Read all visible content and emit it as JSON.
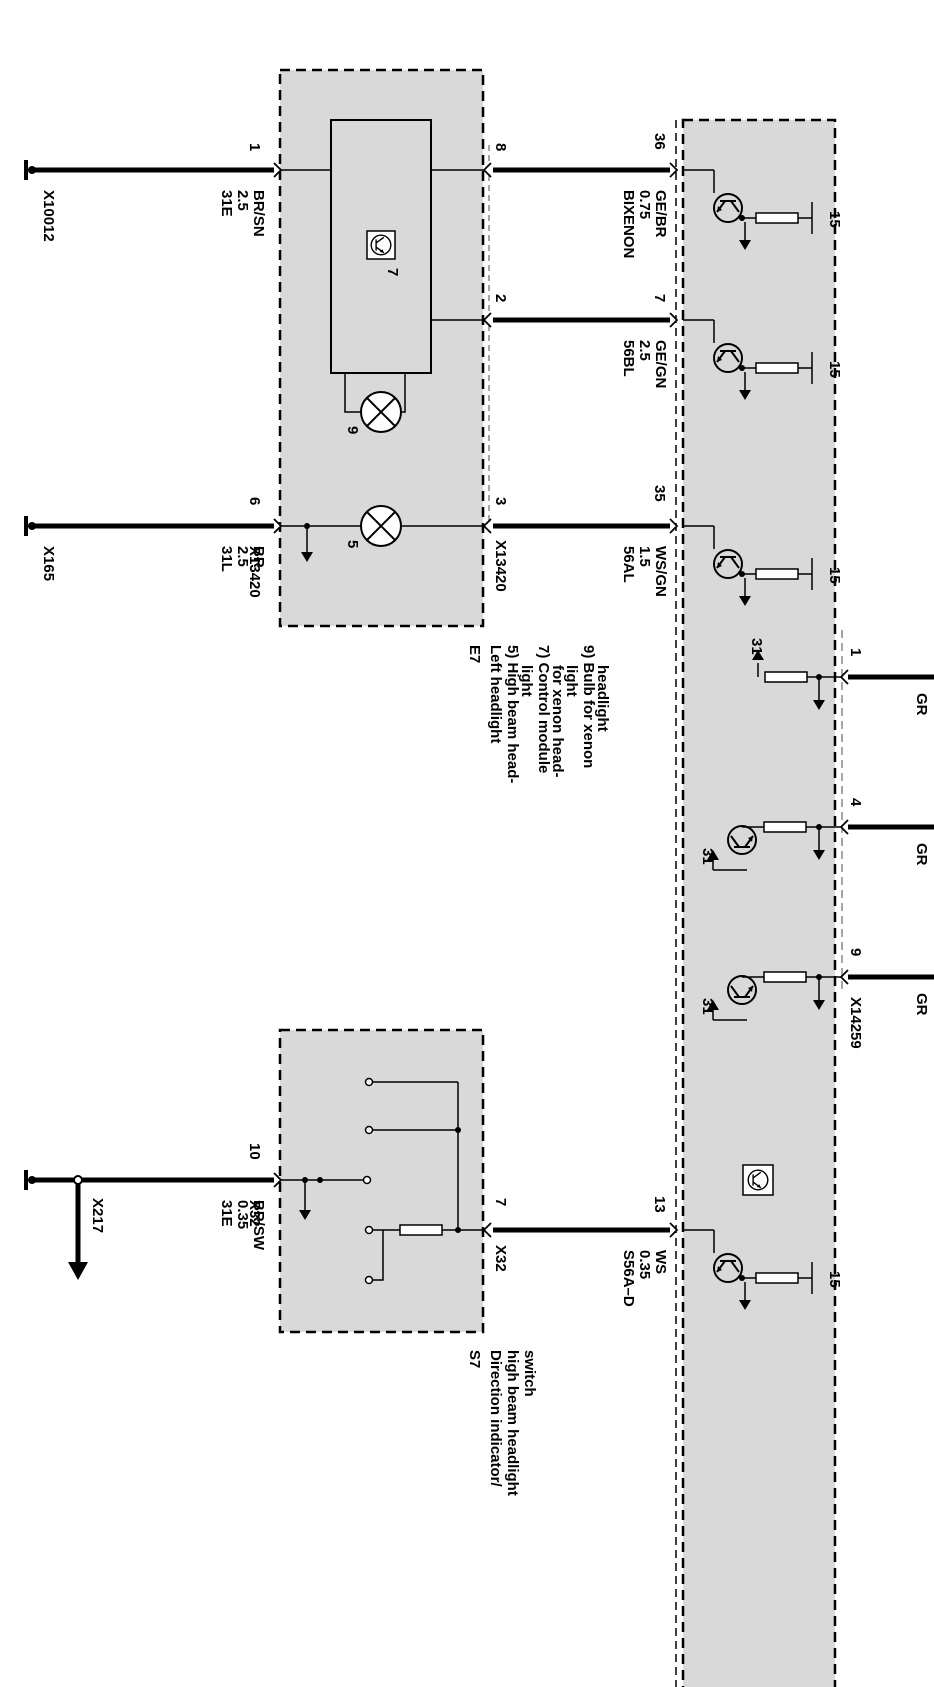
{
  "diagram": {
    "connectors": {
      "x10012": "X10012",
      "x165": "X165",
      "x13420_left": "X13420",
      "x13420_right": "X13420",
      "x14259": "X14259",
      "x32_left": "X32",
      "x32_right": "X32",
      "x217": "X217"
    },
    "pins": {
      "e7_1": "1",
      "e7_6": "6",
      "e7_8": "8",
      "e7_2": "2",
      "e7_3": "3",
      "ecu_36": "36",
      "ecu_7": "7",
      "ecu_35": "35",
      "ecu_13": "13",
      "ecu_1": "1",
      "ecu_4": "4",
      "ecu_9": "9",
      "s7_10": "10",
      "s7_7": "7"
    },
    "wires": {
      "w1": [
        "31E",
        "2.5",
        "BR/SN"
      ],
      "w2": [
        "31L",
        "2.5",
        "BR"
      ],
      "w3": [
        "BIXENON",
        "0.75",
        "GE/BR"
      ],
      "w4": [
        "56BL",
        "2.5",
        "GE/GN"
      ],
      "w5": [
        "56AL",
        "1.5",
        "WS/GN"
      ],
      "w6": [
        "31E",
        "0.35",
        "BR/SW"
      ],
      "w7": [
        "S56A–D",
        "0.35",
        "WS"
      ],
      "gr1": "GR",
      "gr2": "GR",
      "gr3": "GR"
    },
    "ground_labels": {
      "g15_a": "15",
      "g15_b": "15",
      "g15_c": "15",
      "g15_d": "15",
      "g31_a": "31",
      "g31_b": "31",
      "g31_c": "31"
    },
    "internal_labels": {
      "ctrl_7": "7",
      "bulb_9": "9",
      "bulb_5": "5"
    },
    "e7": {
      "id": "E7",
      "lines": [
        "Left headlight",
        "5) High beam     head-",
        "light",
        "7) Control module",
        "for xenon head-",
        "light",
        "9) Bulb for xenon",
        "headlight"
      ]
    },
    "s7": {
      "id": "S7",
      "lines": [
        "Direction indicator/",
        "high beam  headlight",
        "switch"
      ]
    }
  },
  "colors": {
    "component_fill": "#d9d9d9",
    "line": "#000000"
  }
}
